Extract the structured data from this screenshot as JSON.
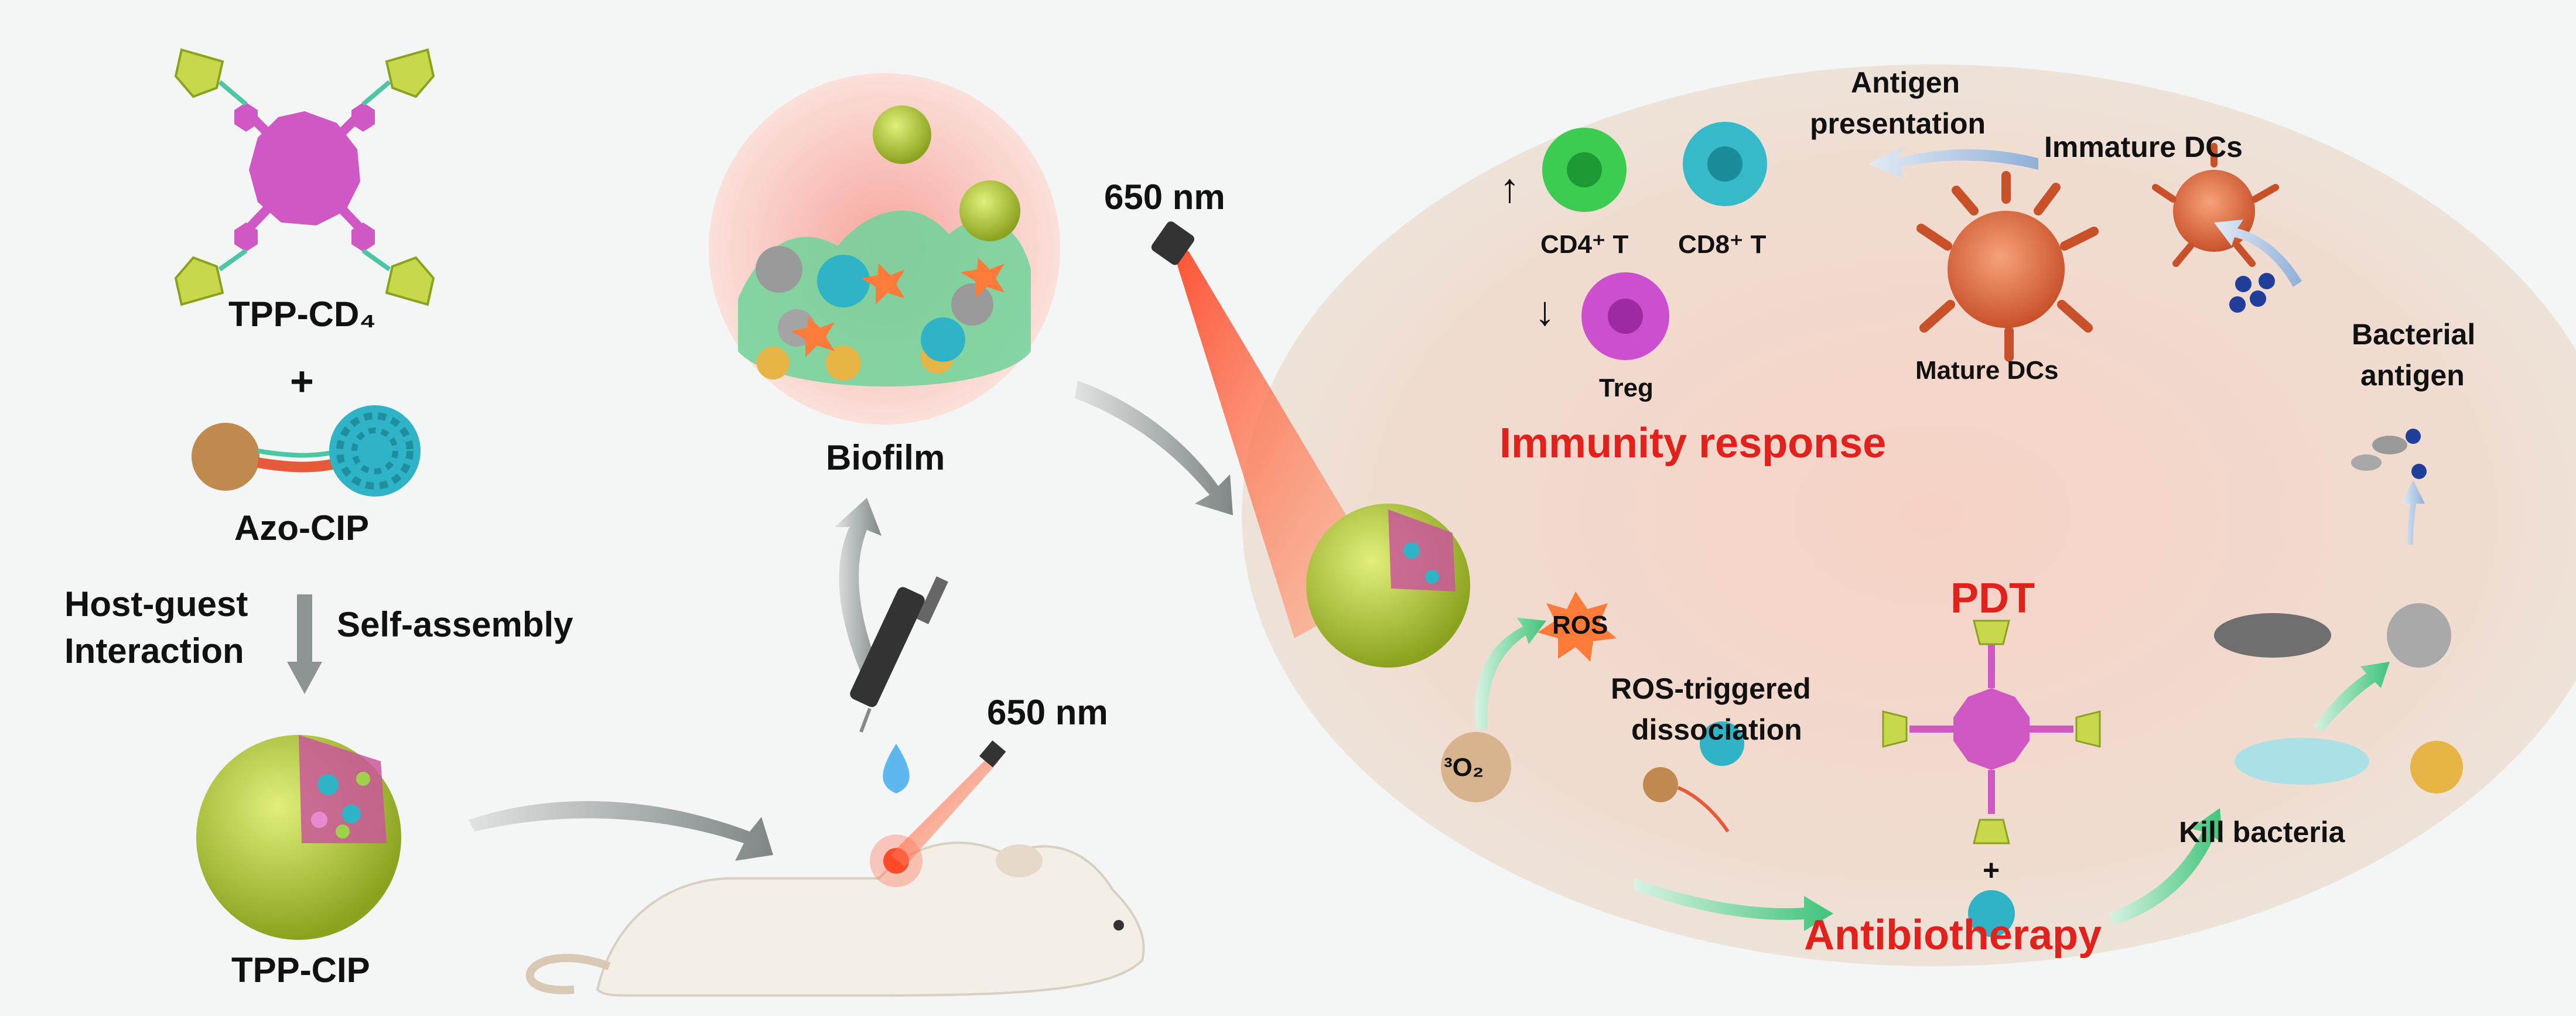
{
  "colors": {
    "background": "#f3f6f4",
    "oval_fill": "#f1d6c8",
    "red_label": "#e3211c",
    "porphyrin": "#d058c4",
    "cyclodextrin": "#c7d94a",
    "cip_ball": "#2fb3c6",
    "azo_ball": "#c08a4e",
    "laser": "#ff6a30",
    "dc_orange": "#e06a3a",
    "cd4_green": "#3ccc52",
    "cd8_teal": "#36b9c8",
    "treg_magenta": "#cc4fcf",
    "arrow_gray": "#8d9493",
    "arrow_green": "#4ccf84"
  },
  "icons": [
    "porphyrin-cyclodextrin-icon",
    "azo-cip-molecule-icon",
    "nanoparticle-cutaway-icon",
    "biofilm-sphere-icon",
    "mouse-icon",
    "syringe-icon",
    "laser-emitter-icon",
    "dendritic-cell-icon",
    "t-cell-icon",
    "bacteria-icon"
  ],
  "left": {
    "tpp_cd4": "TPP-CD₄",
    "plus": "+",
    "azo_cip": "Azo-CIP",
    "host_guest_line1": "Host-guest",
    "host_guest_line2": "Interaction",
    "self_assembly": "Self-assembly",
    "tpp_cip": "TPP-CIP"
  },
  "middle": {
    "biofilm": "Biofilm",
    "laser_top": "650 nm",
    "laser_mouse": "650 nm"
  },
  "immune": {
    "antigen_presentation_line1": "Antigen",
    "antigen_presentation_line2": "presentation",
    "immature_dcs": "Immature DCs",
    "cd4_t": "CD4⁺ T",
    "cd8_t": "CD8⁺ T",
    "treg": "Treg",
    "up_arrow": "↑",
    "down_arrow": "↓",
    "mature_dcs": "Mature DCs",
    "bacterial_antigen_line1": "Bacterial",
    "bacterial_antigen_line2": "antigen",
    "immunity_response": "Immunity response"
  },
  "therapy": {
    "ros": "ROS",
    "pdt": "PDT",
    "ros_triggered_line1": "ROS-triggered",
    "ros_triggered_line2": "dissociation",
    "oxygen": "³O₂",
    "plus": "+",
    "kill_bacteria": "Kill bacteria",
    "antibiotherapy": "Antibiotherapy"
  }
}
